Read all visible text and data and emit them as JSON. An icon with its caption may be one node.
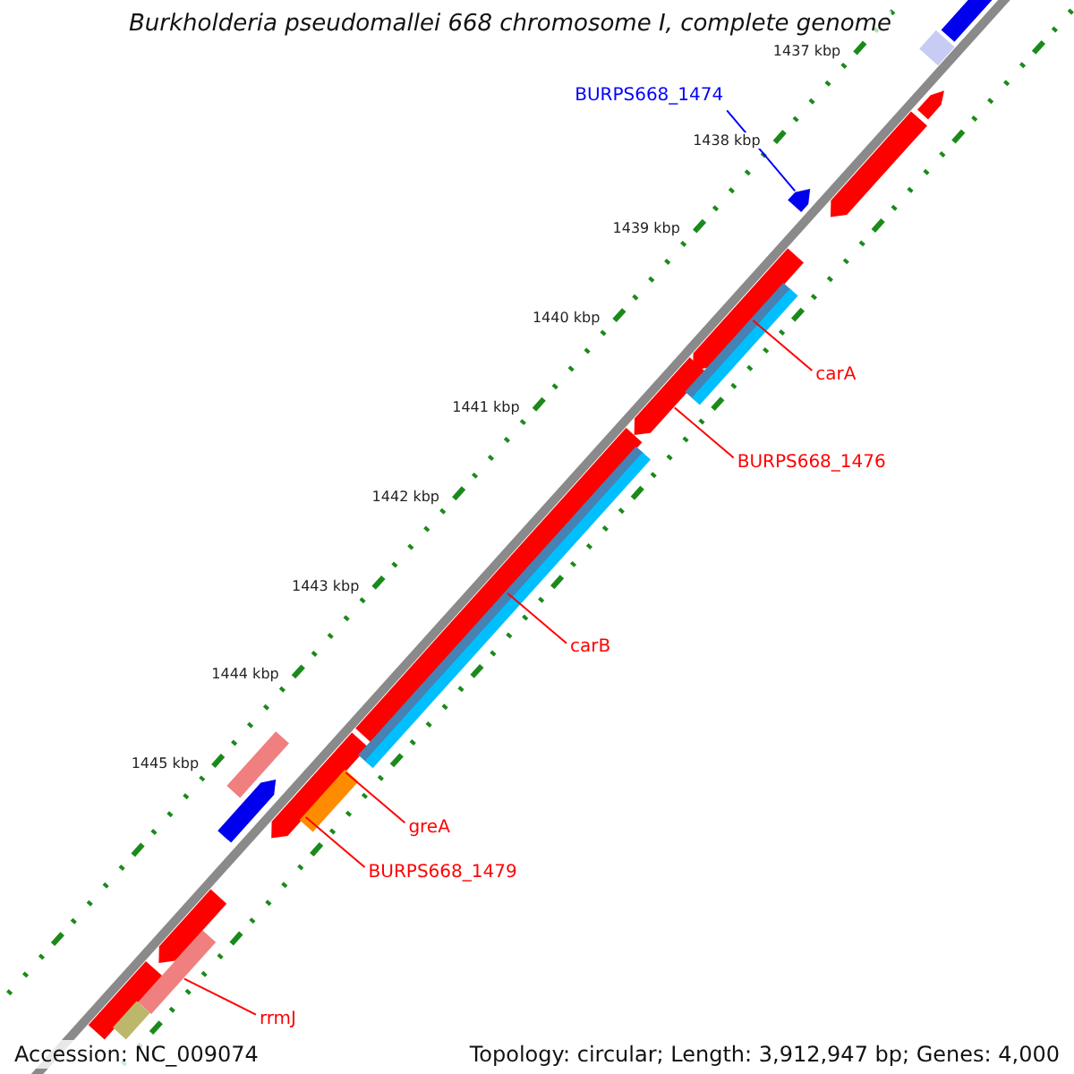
{
  "diagram": {
    "title": "Burkholderia pseudomallei 668 chromosome I, complete genome",
    "nodes": [
      {
        "text": [
          "BURPS668_1474"
        ]
      },
      {
        "text": [],
        "shape": "arrow"
      },
      {
        "text": [
          "carA"
        ]
      },
      {
        "text": [],
        "shape": "arrow"
      },
      {
        "text": [
          "BURPS668_1476"
        ]
      },
      {
        "text": [],
        "shape": "arrow"
      },
      {
        "text": [
          "carB"
        ]
      },
      {
        "text": [],
        "shape": "bar"
      },
      {
        "text": [
          "greA"
        ]
      },
      {
        "text": [],
        "shape": "arrow"
      },
      {
        "text": [
          "BURPS668_1479"
        ]
      },
      {
        "text": [],
        "shape": "arrow"
      },
      {
        "text": [
          "rrmJ"
        ]
      },
      {
        "text": [],
        "shape": "bar"
      },
      {
        "text": [],
        "shape": "arrow"
      },
      {
        "text": [],
        "shape": "bar"
      },
      {
        "text": [],
        "shape": "arrow"
      },
      {
        "text": [],
        "shape": "arrow"
      },
      {
        "text": [],
        "shape": "bar"
      },
      {
        "text": [],
        "shape": "bar"
      },
      {
        "text": [],
        "shape": "bar"
      },
      {
        "text": [],
        "shape": "bar"
      },
      {
        "text": [],
        "shape": "bar"
      },
      {
        "text": [],
        "shape": "bar"
      },
      {
        "text": [],
        "shape": "arrow"
      },
      {
        "text": [],
        "shape": "arrow"
      },
      {
        "text": [],
        "shape": "bar"
      },
      {
        "text": [],
        "shape": "bar"
      }
    ],
    "edges": [
      {
        "from": 0,
        "to": 1,
        "arrow": "none",
        "color": "#0000ff"
      },
      {
        "from": 2,
        "to": 3,
        "arrow": "none"
      },
      {
        "from": 4,
        "to": 5,
        "arrow": "none"
      },
      {
        "from": 6,
        "to": 7,
        "arrow": "none"
      },
      {
        "from": 8,
        "to": 9,
        "arrow": "none"
      },
      {
        "from": 10,
        "to": 11,
        "arrow": "none"
      },
      {
        "from": 12,
        "to": 13,
        "arrow": "none"
      }
    ],
    "labels": [
      "1437 kbp",
      "1438 kbp",
      "1439 kbp",
      "1440 kbp",
      "1441 kbp",
      "1442 kbp",
      "1443 kbp",
      "1444 kbp",
      "1445 kbp",
      "Accession: NC_009074",
      "Topology: circular; Length: 3,912,947 bp; Genes: 4,000"
    ]
  }
}
